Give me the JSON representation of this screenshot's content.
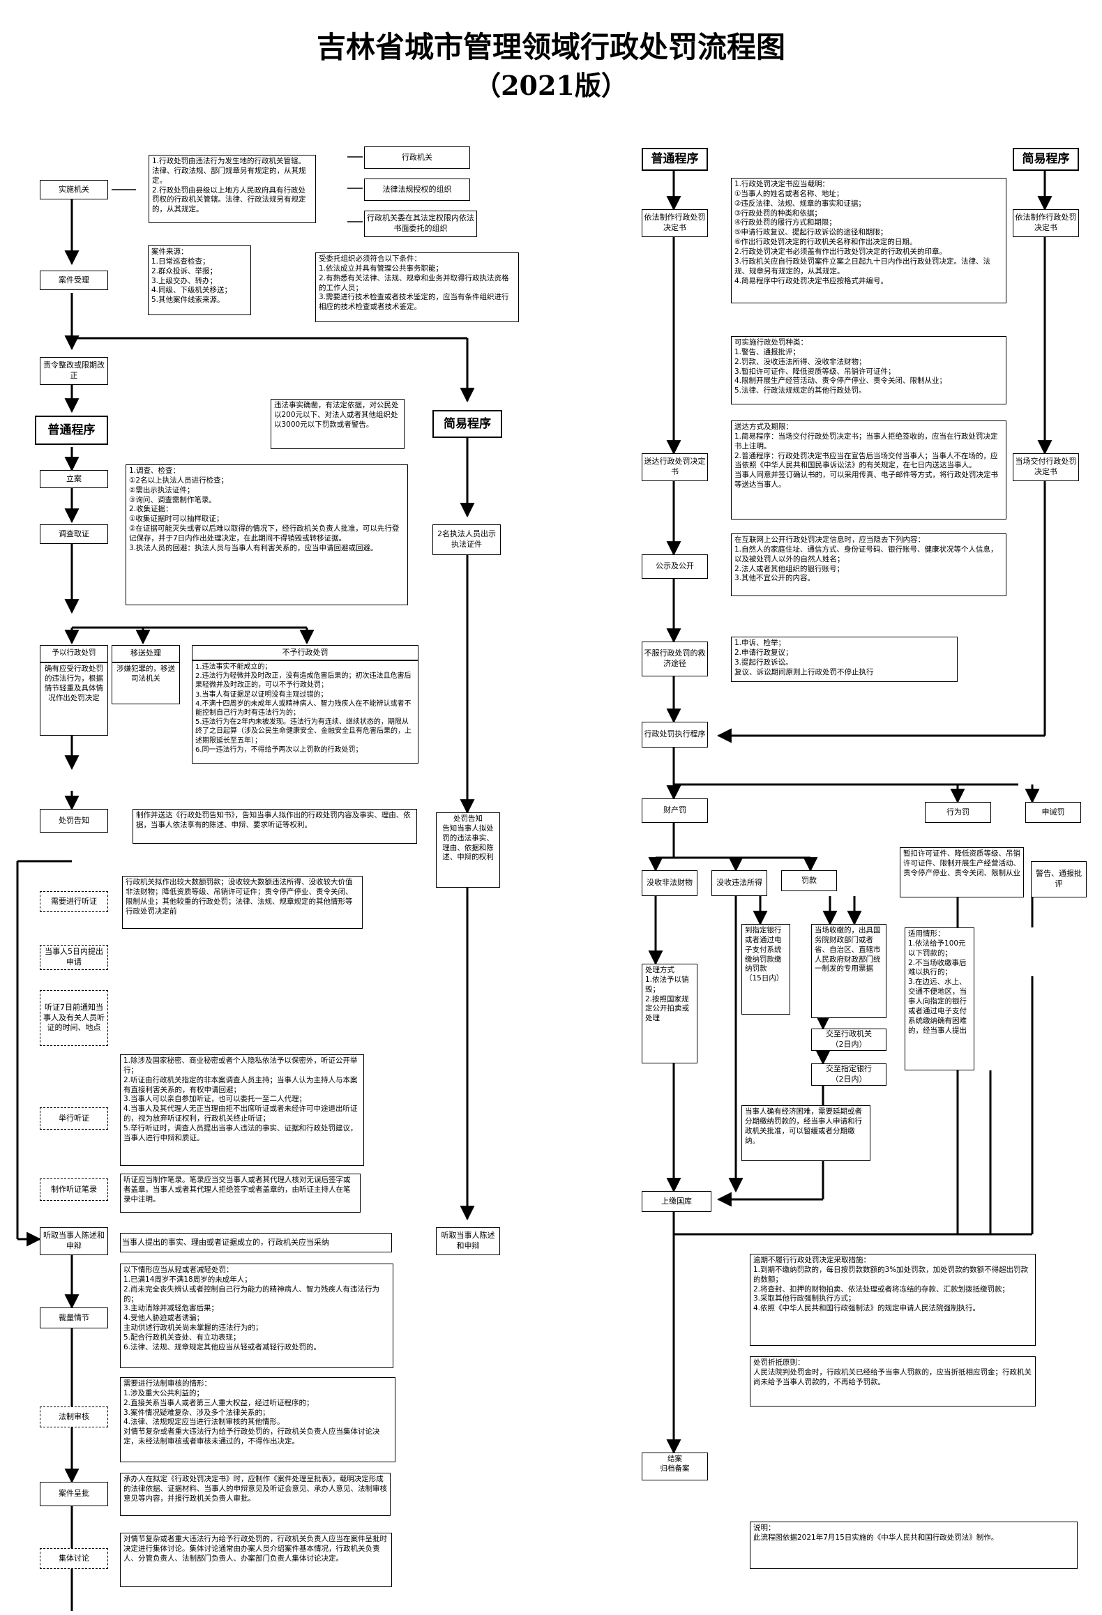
{
  "title": "吉林省城市管理领域行政处罚流程图",
  "subtitle": "（2021版）",
  "left": {
    "impl_organ": "实施机关",
    "org_admin": "行政机关",
    "org_law": "法律法规授权的组织",
    "org_entrust": "行政机关委在其法定权限内依法书面委托的组织",
    "impl_desc": "1.行政处罚由违法行为发生地的行政机关管辖。法律、行政法规、部门规章另有规定的，从其规定。\n2.行政处罚由县级以上地方人民政府具有行政处罚权的行政机关管辖。法律、行政法规另有规定的，从其规定。",
    "entrust_cond": "受委托组织必须符合以下条件：\n1.依法成立并具有管理公共事务职能；\n2.有熟悉有关法律、法规、规章和业务并取得行政执法资格的工作人员；\n3.需要进行技术检查或者技术鉴定的，应当有条件组织进行相应的技术检查或者技术鉴定。",
    "case_accept": "案件受理",
    "case_source": "案件来源：\n1.日常巡查检查；\n2.群众投诉、举报；\n3.上级交办、转办；\n4.同级、下级机关移送；\n5.其他案件线索来源。",
    "order_correct": "责令整改或限期改正",
    "normal_proc": "普通程序",
    "simple_proc": "简易程序",
    "simple_cond": "违法事实确凿，有法定依据，对公民处以200元以下、对法人或者其他组织处以3000元以下罚款或者警告。",
    "file_case": "立案",
    "investigate": "调查取证",
    "invest_desc": "1.调查、检查：\n①2名以上执法人员进行检查；\n②需出示执法证件；\n③询问、调查需制作笔录。\n2.收集证据：\n①收集证据时可以抽样取证；\n②在证据可能灭失或者以后难以取得的情况下，经行政机关负责人批准，可以先行登记保存，并于7日内作出处理决定，在此期间不得销毁或转移证据。\n3.执法人员的回避：执法人员与当事人有利害关系的，应当申请回避或回避。",
    "two_officers": "2名执法人员出示执法证件",
    "give_penalty": "予以行政处罚",
    "give_penalty_desc": "确有应受行政处罚的违法行为，根据情节轻重及具体情况作出处罚决定",
    "transfer": "移送处理",
    "transfer_desc": "涉嫌犯罪的，移送司法机关",
    "no_penalty": "不予行政处罚",
    "no_penalty_desc": "1.违法事实不能成立的；\n2.违法行为轻微并及时改正，没有造成危害后果的；初次违法且危害后果轻微并及时改正的，可以不予行政处罚；\n3.当事人有证据足以证明没有主观过错的；\n4.不满十四周岁的未成年人或精神病人、智力残疾人在不能辨认或者不能控制自己行为时有违法行为的；\n5.违法行为在2年内未被发现。违法行为有连续、继续状态的，期限从终了之日起算（涉及公民生命健康安全、金融安全且有危害后果的，上述期限延长至五年）；\n6.同一违法行为，不得给予两次以上罚款的行政处罚；",
    "notice": "处罚告知",
    "notice_desc": "制作并送达《行政处罚告知书》，告知当事人拟作出的行政处罚内容及事实、理由、依据，当事人依法享有的陈述、申辩、要求听证等权利。",
    "simple_notice": "处罚告知\n告知当事人拟处罚的违法事实、理由、依据和陈述、申辩的权利",
    "need_hearing": "需要进行听证",
    "hearing_desc": "行政机关拟作出较大数额罚款；没收较大数额违法所得、没收较大价值非法财物；降低资质等级、吊销许可证件；责令停产停业、责令关闭、限制从业；其他较重的行政处罚；法律、法规、规章规定的其他情形等行政处罚决定前",
    "apply_5d": "当事人5日内提出申请",
    "notify_7d": "听证7日前通知当事人及有关人员听证的时间、地点",
    "hold_hearing": "举行听证",
    "hold_hearing_desc": "1.除涉及国家秘密、商业秘密或者个人隐私依法予以保密外，听证公开举行；\n2.听证由行政机关指定的非本案调查人员主持；当事人认为主持人与本案有直接利害关系的，有权申请回避；\n3.当事人可以亲自参加听证，也可以委托一至二人代理；\n4.当事人及其代理人无正当理由拒不出席听证或者未经许可中途退出听证的，视为放弃听证权利，行政机关终止听证；\n5.举行听证时，调查人员提出当事人违法的事实、证据和行政处罚建议，当事人进行申辩和质证。",
    "make_record": "制作听证笔录",
    "record_desc": "听证应当制作笔录。笔录应当交当事人或者其代理人核对无误后签字或者盖章。当事人或者其代理人拒绝签字或者盖章的，由听证主持人在笔录中注明。",
    "hear_defense": "听取当事人陈述和申辩",
    "hear_defense_desc": "当事人提出的事实、理由或者证据成立的，行政机关应当采纳",
    "simple_hear": "听取当事人陈述和申辩",
    "discretion": "裁量情节",
    "discretion_desc": "以下情形应当从轻或者减轻处罚：\n1.已满14周岁不满18周岁的未成年人；\n2.尚未完全丧失辨认或者控制自己行为能力的精神病人、智力残疾人有违法行为的；\n3.主动消除并减轻危害后果；\n4.受他人胁迫或者诱骗；\n主动供述行政机关尚未掌握的违法行为的；\n5.配合行政机关查处、有立功表现；\n6.法律、法规、规章规定其他应当从轻或者减轻行政处罚的。",
    "legal_review": "法制审核",
    "legal_review_desc": "需要进行法制审核的情形：\n1.涉及重大公共利益的；\n2.直接关系当事人或者第三人重大权益，经过听证程序的；\n3.案件情况疑难复杂、涉及多个法律关系的；\n4.法律、法规规定应当进行法制审核的其他情形。\n对情节复杂或者重大违法行为给予行政处罚的，行政机关负责人应当集体讨论决定，未经法制审核或者审核未通过的，不得作出决定。",
    "case_approve": "案件呈批",
    "case_approve_desc": "承办人在拟定《行政处罚决定书》时，应制作《案件处理呈批表》，载明决定形成的法律依据、证据材料、当事人的申辩意见及听证会意见、承办人意见、法制审核意见等内容，并报行政机关负责人审批。",
    "collective": "集体讨论",
    "collective_desc": "对情节复杂或者重大违法行为给予行政处罚的，行政机关负责人应当在案件呈批时决定进行集体讨论。集体讨论通常由办案人员介绍案件基本情况，行政机关负责人、分管负责人、法制部门负责人、办案部门负责人集体讨论决定。"
  },
  "right": {
    "normal_proc": "普通程序",
    "simple_proc": "简易程序",
    "make_decision": "依法制作行政处罚决定书",
    "simple_make": "依法制作行政处罚决定书",
    "decision_desc": "1.行政处罚决定书应当载明：\n①当事人的姓名或者名称、地址；\n②违反法律、法规、规章的事实和证据；\n③行政处罚的种类和依据；\n④行政处罚的履行方式和期限；\n⑤申请行政复议、提起行政诉讼的途径和期限；\n⑥作出行政处罚决定的行政机关名称和作出决定的日期。\n2.行政处罚决定书必须盖有作出行政处罚决定的行政机关的印章。\n3.行政机关应自行政处罚案件立案之日起九十日内作出行政处罚决定。法律、法规、规章另有规定的，从其规定。\n4.简易程序中行政处罚决定书应按格式并编号。",
    "penalty_types": "可实施行政处罚种类：\n1.警告、通报批评；\n2.罚款、没收违法所得、没收非法财物；\n3.暂扣许可证件、降低资质等级、吊销许可证件；\n4.限制开展生产经营活动、责令停产停业、责令关闭、限制从业；\n5.法律、行政法规规定的其他行政处罚。",
    "deliver": "送达行政处罚决定书",
    "deliver_desc": "送达方式及期限：\n1.简易程序：当场交付行政处罚决定书；当事人拒绝签收的，应当在行政处罚决定书上注明。\n2.普通程序：行政处罚决定书应当在宣告后当场交付当事人；当事人不在场的，应当依照《中华人民共和国民事诉讼法》的有关规定，在七日内送达当事人。\n当事人同意并签订确认书的，可以采用传真、电子邮件等方式，将行政处罚决定书等送达当事人。",
    "simple_deliver": "当场交付行政处罚决定书",
    "publish": "公示及公开",
    "publish_desc": "在互联网上公开行政处罚决定信息时，应当隐去下列内容：\n1.自然人的家庭住址、通信方式、身份证号码、银行账号、健康状况等个人信息，以及被处罚人以外的自然人姓名；\n2.法人或者其他组织的银行账号；\n3.其他不宜公开的内容。",
    "remedy": "不服行政处罚的救济途径",
    "remedy_desc": "1.申诉、检举；\n2.申请行政复议；\n3.提起行政诉讼。\n复议、诉讼期间原则上行政处罚不停止执行",
    "execute": "行政处罚执行程序",
    "property": "财产罚",
    "behavior": "行为罚",
    "reputation": "申诫罚",
    "behavior_desc": "暂扣许可证件、降低资质等级、吊销许可证件、限制开展生产经营活动、责令停产停业、责令关闭、限制从业",
    "reputation_desc": "警告、通报批评",
    "confiscate_property": "没收非法财物",
    "confiscate_income": "没收违法所得",
    "fine": "罚款",
    "disposal": "处理方式\n1.依法予以销毁；\n2.按照国家规定公开拍卖或处理",
    "bank_pay": "到指定银行或者通过电子支付系统缴纳罚款缴纳罚款\n（15日内）",
    "onsite_collect": "当场收缴的，出具国务院财政部门或者省、自治区、直辖市人民政府财政部门统一制发的专用票据",
    "to_organ": "交至行政机关\n（2日内）",
    "to_bank": "交至指定银行\n（2日内）",
    "apply_cond": "适用情形：\n1.依法给予100元以下罚款的；\n2.不当场收缴事后难以执行的；\n3.在边远、水上、交通不便地区，当事人向指定的银行或者通过电子支付系统缴纳确有困难的，经当事人提出",
    "hardship": "当事人确有经济困难，需要延期或者分期缴纳罚款的，经当事人申请和行政机关批准，可以暂缓或者分期缴纳。",
    "treasury": "上缴国库",
    "overdue": "逾期不履行行政处罚决定采取措施：\n1.到期不缴纳罚款的，每日按罚款数额的3%加处罚款，加处罚款的数额不得超出罚款的数额；\n2.将查封、扣押的财物拍卖、依法处理或者将冻结的存款、汇款划拨抵缴罚款；\n3.采取其他行政强制执行方式；\n4.依照《中华人民共和国行政强制法》的规定申请人民法院强制执行。",
    "offset": "处罚折抵原则：\n人民法院判处罚金时，行政机关已经给予当事人罚款的，应当折抵相应罚金；行政机关尚未给予当事人罚款的，不再给予罚款。",
    "close": "结案\n归档备案",
    "note": "说明：\n此流程图依据2021年7月15日实施的《中华人民共和国行政处罚法》制作。"
  }
}
